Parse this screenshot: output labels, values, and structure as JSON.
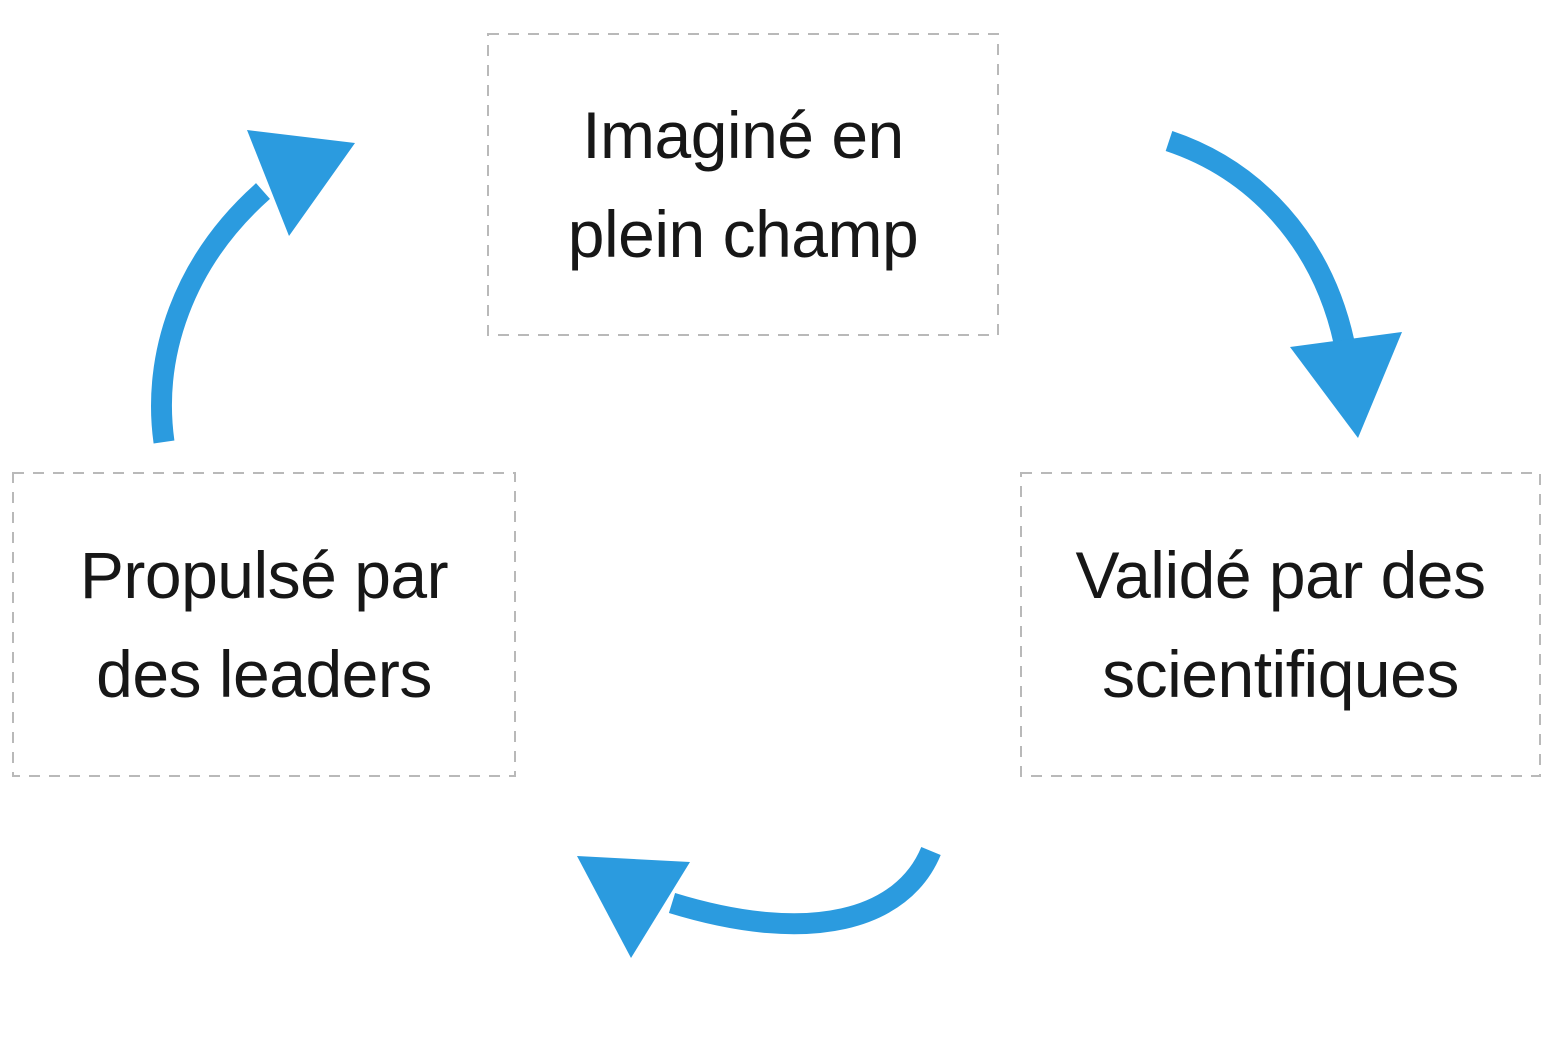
{
  "diagram_title": "cycle-diagram",
  "nodes": {
    "imagine": {
      "lines": [
        "Imaginé en",
        "plein champ"
      ]
    },
    "valide": {
      "lines": [
        "Validé par des",
        "scientifiques"
      ]
    },
    "propulse": {
      "lines": [
        "Propulsé par",
        "des leaders"
      ]
    }
  },
  "icons": {
    "arrows": [
      "cycle-arrow-top-to-right-icon",
      "cycle-arrow-right-to-left-icon",
      "cycle-arrow-left-to-top-icon"
    ]
  },
  "colors": {
    "arrow_blue": "#2b9bdf",
    "border_gray": "#b9b9b9",
    "text_black": "#171717",
    "background": "#ffffff"
  }
}
